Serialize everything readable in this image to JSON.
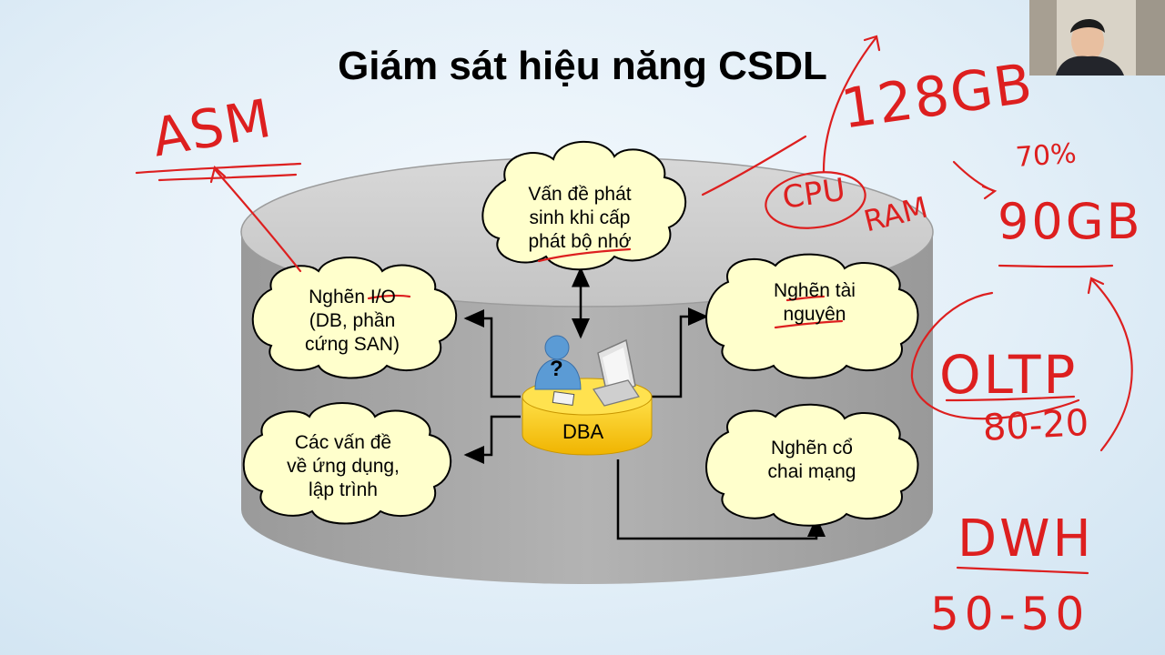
{
  "slide": {
    "title": "Giám sát hiệu năng CSDL"
  },
  "diagram": {
    "center": {
      "label": "DBA",
      "question_mark": "?"
    },
    "clouds": {
      "memory": "Vấn đề phát sinh khi cấp phát bộ nhớ",
      "io": "Nghẽn I/O (DB, phần cứng SAN)",
      "resource": "Nghẽn tài nguyên",
      "app": "Các vấn đề về ứng dụng, lập trình",
      "network": "Nghẽn cổ chai mạng"
    },
    "lines": {
      "memory": [
        "Vấn đề phát",
        "sinh khi cấp",
        "phát bộ nhớ"
      ],
      "io": [
        "Nghẽn I/O",
        "(DB, phần",
        "cứng SAN)"
      ],
      "resource": [
        "Nghẽn tài",
        "nguyên"
      ],
      "app": [
        "Các vấn đề",
        "về ứng dụng,",
        "lập trình"
      ],
      "network": [
        "Nghẽn cổ",
        "chai mạng"
      ]
    }
  },
  "annotations": {
    "asm": "ASM",
    "ram_size": "128GB",
    "cpu": "CPU",
    "ram": "RAM",
    "percent": "70%",
    "target_size": "90GB",
    "oltp": "OLTP",
    "oltp_ratio": "80-20",
    "dwh": "DWH",
    "dwh_ratio": "50-50"
  },
  "colors": {
    "ink": "#dd1f1f",
    "cloud_fill": "#ffffcc",
    "cylinder": "#a6a6a6",
    "dba_fill": "#ffd700"
  },
  "webcam": {
    "icon": "presenter-webcam"
  }
}
